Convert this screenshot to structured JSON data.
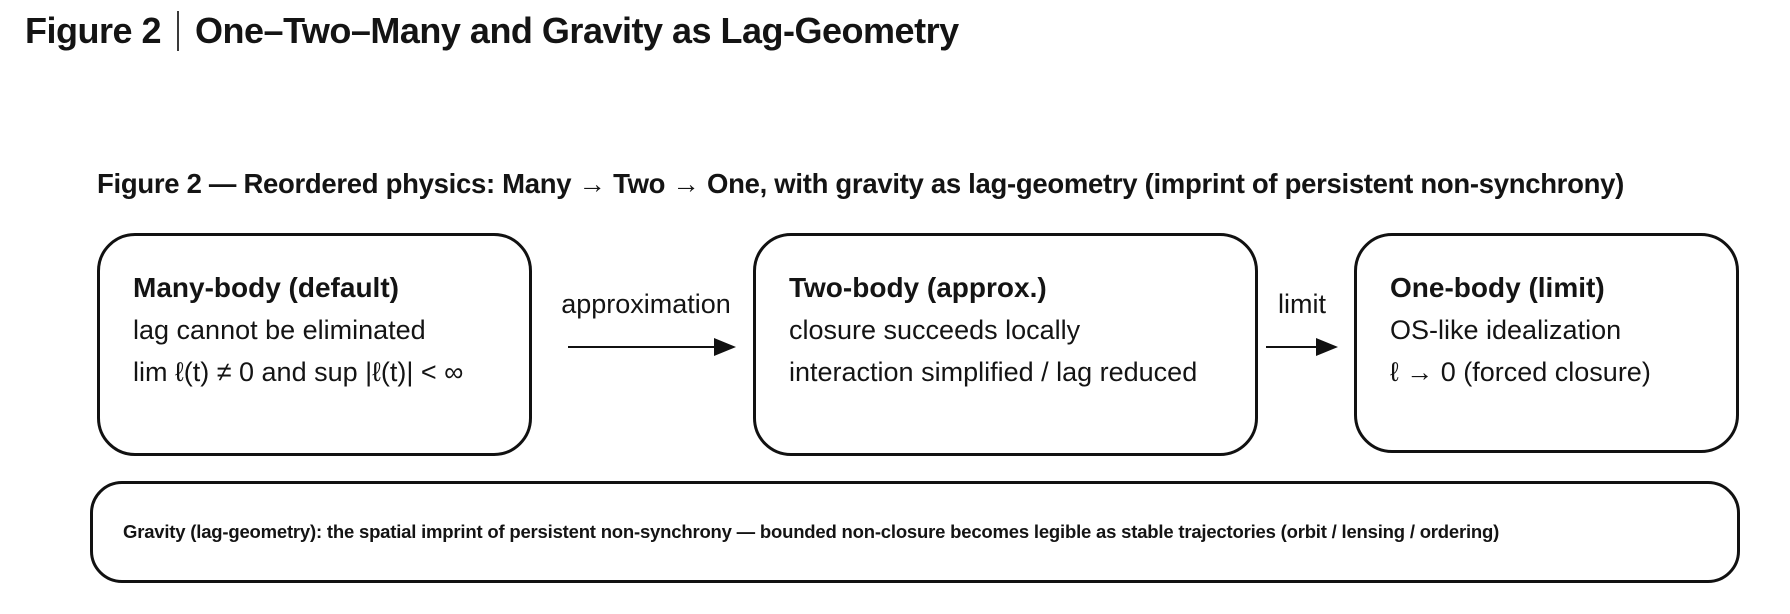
{
  "header": {
    "title_prefix": "Figure 2",
    "title_main": "One–Two–Many and Gravity as Lag-Geometry"
  },
  "caption": "Figure 2 — Reordered physics: Many → Two → One, with gravity as lag-geometry (imprint of persistent non-synchrony)",
  "diagram": {
    "nodes": [
      {
        "title": "Many-body (default)",
        "line1": "lag cannot be eliminated",
        "line2": "lim ℓ(t) ≠ 0 and sup |ℓ(t)| < ∞"
      },
      {
        "title": "Two-body (approx.)",
        "line1": "closure succeeds locally",
        "line2": "interaction simplified / lag reduced"
      },
      {
        "title": "One-body (limit)",
        "line1": "OS-like idealization",
        "line2": "ℓ → 0 (forced closure)"
      }
    ],
    "arrows": [
      {
        "label": "approximation"
      },
      {
        "label": "limit"
      }
    ],
    "footer": "Gravity (lag-geometry): the spatial imprint of persistent non-synchrony — bounded non-closure becomes legible as stable trajectories (orbit / lensing / ordering)"
  },
  "colors": {
    "text": "#141414",
    "border": "#111111",
    "background": "#ffffff"
  }
}
